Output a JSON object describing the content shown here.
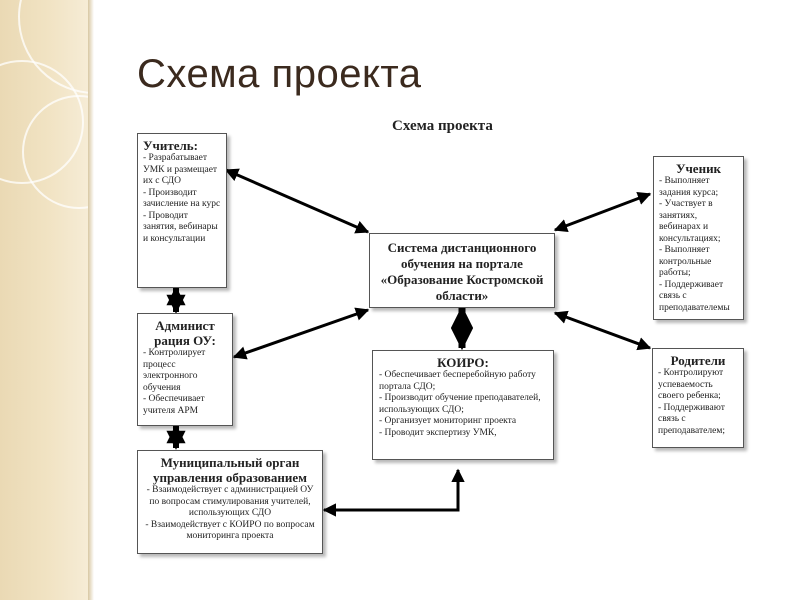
{
  "slide": {
    "title": "Схема проекта"
  },
  "diagram": {
    "title": "Схема проекта",
    "center": {
      "text": "Система дистанционного обучения на портале «Образование Костромской области»"
    },
    "teacher": {
      "title": "Учитель:",
      "items": [
        "- Разрабатывает УМК и размещает их с СДО",
        "- Производит зачисление на курс",
        "- Проводит занятия, вебинары и консультации"
      ]
    },
    "admin": {
      "title": "Админист рация ОУ:",
      "items": [
        "- Контролирует процесс электронного обучения",
        "- Обеспечивает учителя АРМ"
      ]
    },
    "municipal": {
      "title": "Муниципальный орган управления образованием",
      "items": [
        "- Взаимодействует с администрацией ОУ по вопросам стимулирования учителей, использующих СДО",
        "- Взаимодействует с КОИРО по вопросам мониторинга проекта"
      ]
    },
    "koiro": {
      "title": "КОИРО:",
      "items": [
        "- Обеспечивает бесперебойную работу портала СДО;",
        "- Производит обучение преподавателей, использующих СДО;",
        "- Организует мониторинг проекта",
        "- Проводит экспертизу УМК,"
      ]
    },
    "student": {
      "title": "Ученик",
      "items": [
        "- Выполняет задания курса;",
        "- Участвует в занятиях, вебинарах и консультациях;",
        "- Выполняет контрольные работы;",
        "- Поддерживает связь с преподавателемы"
      ]
    },
    "parents": {
      "title": "Родители",
      "items": [
        "- Контролируют успеваемость своего ребенка;",
        "- Поддерживают связь с преподавателем;"
      ]
    }
  }
}
